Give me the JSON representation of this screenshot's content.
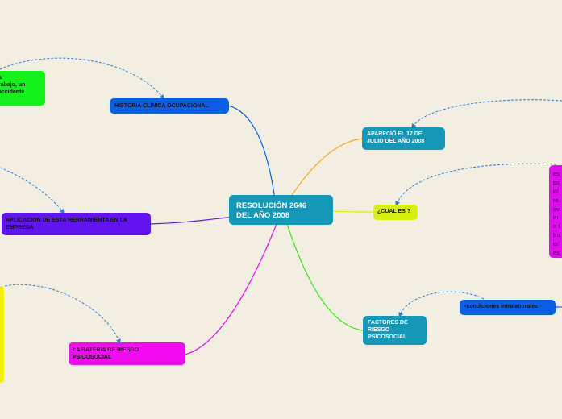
{
  "colors": {
    "background": "#f2efe2",
    "center": "#1597b8",
    "blue": "#0a5fe6",
    "purple": "#6214f0",
    "magenta": "#f20af0",
    "lime": "#d7f00c",
    "green": "#14f01a",
    "yellow": "#f0f00c",
    "dashed_link": "#2e7bd6"
  },
  "center": {
    "label": "RESOLUCIÓN 2646\nDEL AÑO 2008"
  },
  "branches": {
    "historia": {
      "label": "HISTORIA CLÍNICA OCUPACIONAL"
    },
    "aplicacion": {
      "label": "APLICACION DE ESTA HERRAMIENTA EN LA\nEMPRESA"
    },
    "bateria": {
      "label": "LA BATERIA DE RIESGO\nPSICOSOCIAL"
    },
    "aparecio": {
      "label": "APARECIÓ EL 17 DE\nJULIO DEL AÑO 2008"
    },
    "cual": {
      "label": "¿CUAL ES ?"
    },
    "factores": {
      "label": "FACTORES DE\nRIESGO\nPSICOSOCIAL"
    }
  },
  "children": {
    "condiciones": {
      "label": "-condiciones intralaborales"
    },
    "green_partial": {
      "label": "a\nrabajo, un\naccidente"
    },
    "magenta_partial": {
      "label": "es\nps\ndi\nre\nev\nm\na f\ntra\nor\nes"
    }
  }
}
